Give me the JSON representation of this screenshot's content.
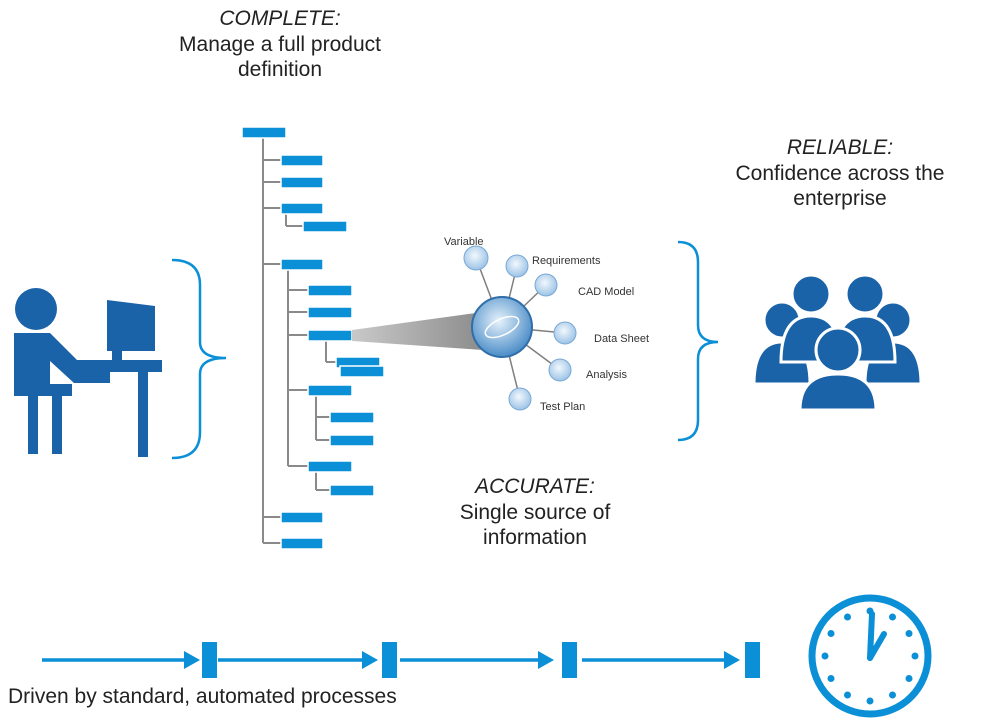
{
  "complete": {
    "heading": "COMPLETE:",
    "line1": "Manage a full product",
    "line2": "definition"
  },
  "reliable": {
    "heading": "RELIABLE:",
    "line1": "Confidence across the",
    "line2": "enterprise"
  },
  "accurate": {
    "heading": "ACCURATE:",
    "line1": "Single source of",
    "line2": "information"
  },
  "footer": {
    "caption": "Driven by standard, automated processes"
  },
  "hub": {
    "items": [
      {
        "label": "Variable",
        "icon": "variable-icon"
      },
      {
        "label": "Requirements",
        "icon": "requirements-icon"
      },
      {
        "label": "CAD Model",
        "icon": "cad-model-icon"
      },
      {
        "label": "Data Sheet",
        "icon": "data-sheet-icon"
      },
      {
        "label": "Analysis",
        "icon": "analysis-icon"
      },
      {
        "label": "Test Plan",
        "icon": "test-plan-icon"
      }
    ]
  },
  "colors": {
    "accent": "#0b8fd6",
    "icon_dark": "#1a63a8",
    "tree_line": "#8a8a8a",
    "hub_light": "#bcd7ee"
  }
}
